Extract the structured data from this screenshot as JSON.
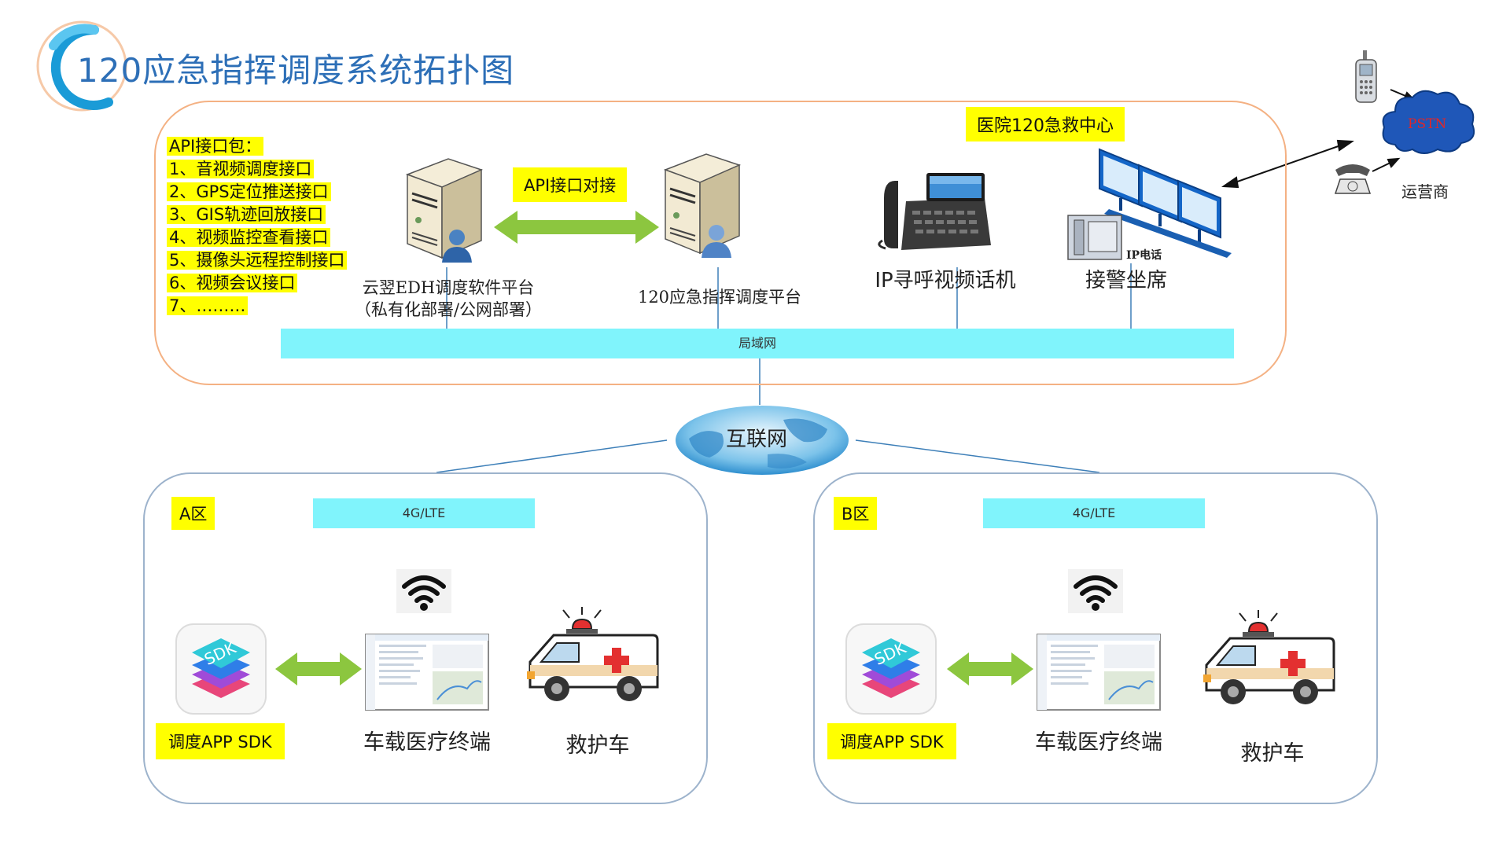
{
  "page": {
    "title": "120应急指挥调度系统拓扑图"
  },
  "hospital": {
    "label": "医院120急救中心",
    "api_list": {
      "heading": "API接口包：",
      "items": [
        "1、音视频调度接口",
        "2、GPS定位推送接口",
        "3、GIS轨迹回放接口",
        "4、视频监控查看接口",
        "5、摄像头远程控制接口",
        "6、视频会议接口",
        "7、………"
      ]
    },
    "api_link_label": "API接口对接",
    "server_a": {
      "line1": "云翌EDH调度软件平台",
      "line2": "（私有化部署/公网部署）"
    },
    "server_b": {
      "label": "120应急指挥调度平台"
    },
    "video_phone": {
      "label": "IP寻呼视频话机"
    },
    "ip_phone_label": "IP电话",
    "console": {
      "label": "接警坐席"
    },
    "lan": {
      "label": "局域网"
    }
  },
  "carrier": {
    "pstn": "PSTN",
    "label": "运营商"
  },
  "internet": {
    "label": "互联网"
  },
  "zones": [
    {
      "label": "A区",
      "network": "4G/LTE",
      "sdk_label": "调度APP SDK",
      "sdk_icon_text": "SDK",
      "terminal_label": "车载医疗终端",
      "ambulance_label": "救护车"
    },
    {
      "label": "B区",
      "network": "4G/LTE",
      "sdk_label": "调度APP SDK",
      "sdk_icon_text": "SDK",
      "terminal_label": "车载医疗终端",
      "ambulance_label": "救护车"
    }
  ],
  "colors": {
    "highlight": "#ffff00",
    "network_bar": "#80f4fc",
    "arrow": "#8cc63f",
    "title": "#2d6fb7",
    "hospital_border": "#f4b183",
    "zone_border": "#9db3cc"
  }
}
